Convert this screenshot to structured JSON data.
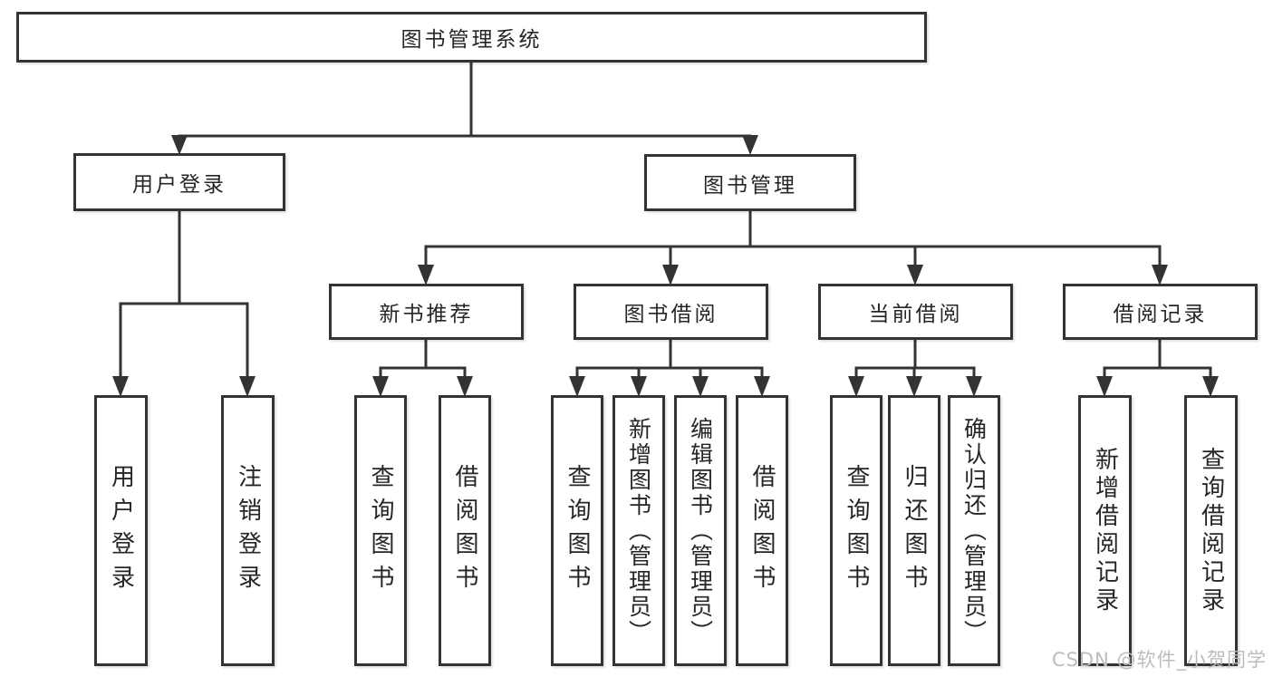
{
  "tree": {
    "root": {
      "label": "图书管理系统"
    },
    "level2": [
      {
        "label": "用户登录",
        "children": [
          "用户登录",
          "注销登录"
        ]
      },
      {
        "label": "图书管理"
      }
    ],
    "level3": [
      {
        "label": "新书推荐",
        "children": [
          "查询图书",
          "借阅图书"
        ]
      },
      {
        "label": "图书借阅",
        "children": [
          "查询图书",
          "新增图书（管理员）",
          "编辑图书（管理员）",
          "借阅图书"
        ]
      },
      {
        "label": "当前借阅",
        "children": [
          "查询图书",
          "归还图书",
          "确认归还（管理员）"
        ]
      },
      {
        "label": "借阅记录",
        "children": [
          "新增借阅记录",
          "查询借阅记录"
        ]
      }
    ]
  },
  "watermark": "CSDN @软件_小贺同学",
  "colors": {
    "line": "#333333",
    "text": "#262626",
    "background": "#ffffff",
    "watermark": "#bdbdbd"
  }
}
